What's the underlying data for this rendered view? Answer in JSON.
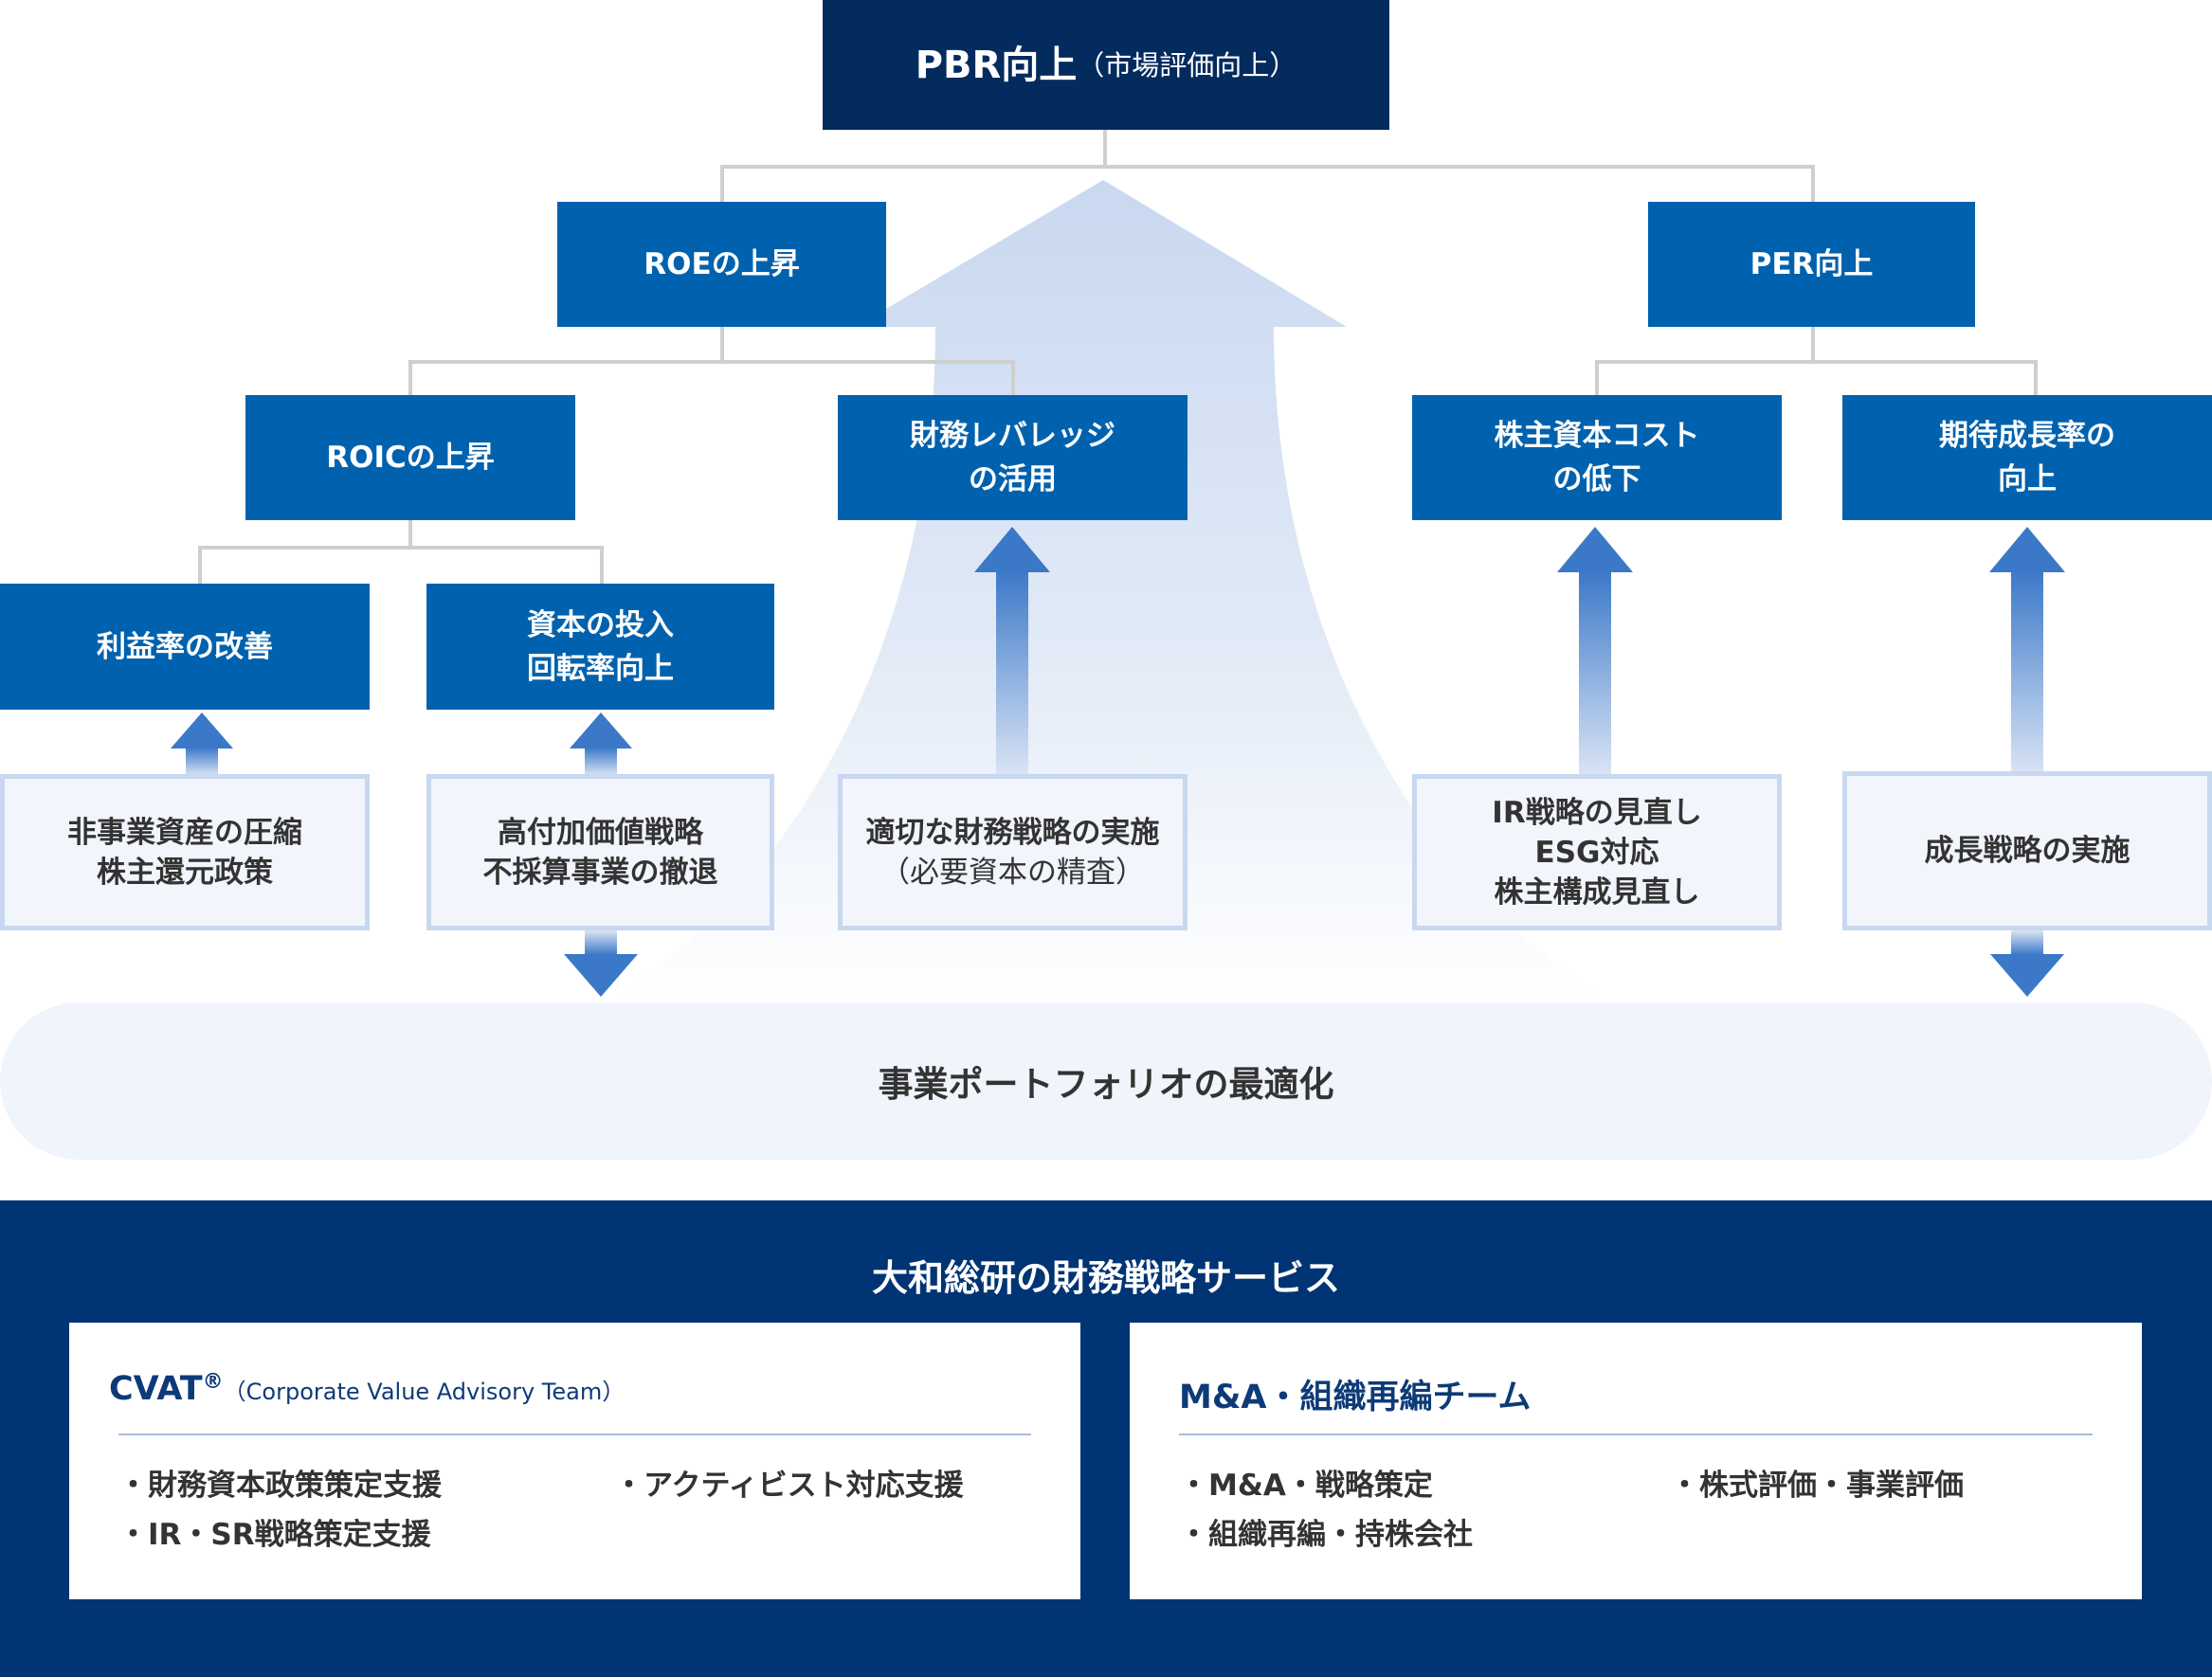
{
  "top": {
    "title": "PBR向上",
    "subtitle": "（市場評価向上）"
  },
  "level1": [
    {
      "label": "ROEの上昇"
    },
    {
      "label": "PER向上"
    }
  ],
  "level2": [
    {
      "label": "ROICの上昇"
    },
    {
      "label": "財務レバレッジ\nの活用"
    },
    {
      "label": "株主資本コスト\nの低下"
    },
    {
      "label": "期待成長率の\n向上"
    }
  ],
  "level3": [
    {
      "label": "利益率の改善"
    },
    {
      "label": "資本の投入\n回転率向上"
    }
  ],
  "measures": [
    {
      "label": "非事業資産の圧縮\n株主還元政策"
    },
    {
      "label": "高付加価値戦略\n不採算事業の撤退"
    },
    {
      "label": "適切な財務戦略の実施",
      "note": "（必要資本の精査）"
    },
    {
      "label": "IR戦略の見直し\nESG対応\n株主構成見直し"
    },
    {
      "label": "成長戦略の実施"
    }
  ],
  "foundation": {
    "label": "事業ポートフォリオの最適化"
  },
  "services": {
    "title": "大和総研の財務戦略サービス",
    "cards": [
      {
        "title": "CVAT",
        "mark": "®",
        "subtitle": "（Corporate Value Advisory Team）",
        "items": [
          "・財務資本政策策定支援",
          "・アクティビスト対応支援",
          "・IR・SR戦略策定支援"
        ]
      },
      {
        "title": "M&A・組織再編チーム",
        "items": [
          "・M&A・戦略策定",
          "・株式評価・事業評価",
          "・組織再編・持株会社"
        ]
      }
    ]
  },
  "colors": {
    "navy": "#042b5e",
    "blue": "#0062ae",
    "band": "#003474",
    "arrow": "#3b78c8"
  }
}
